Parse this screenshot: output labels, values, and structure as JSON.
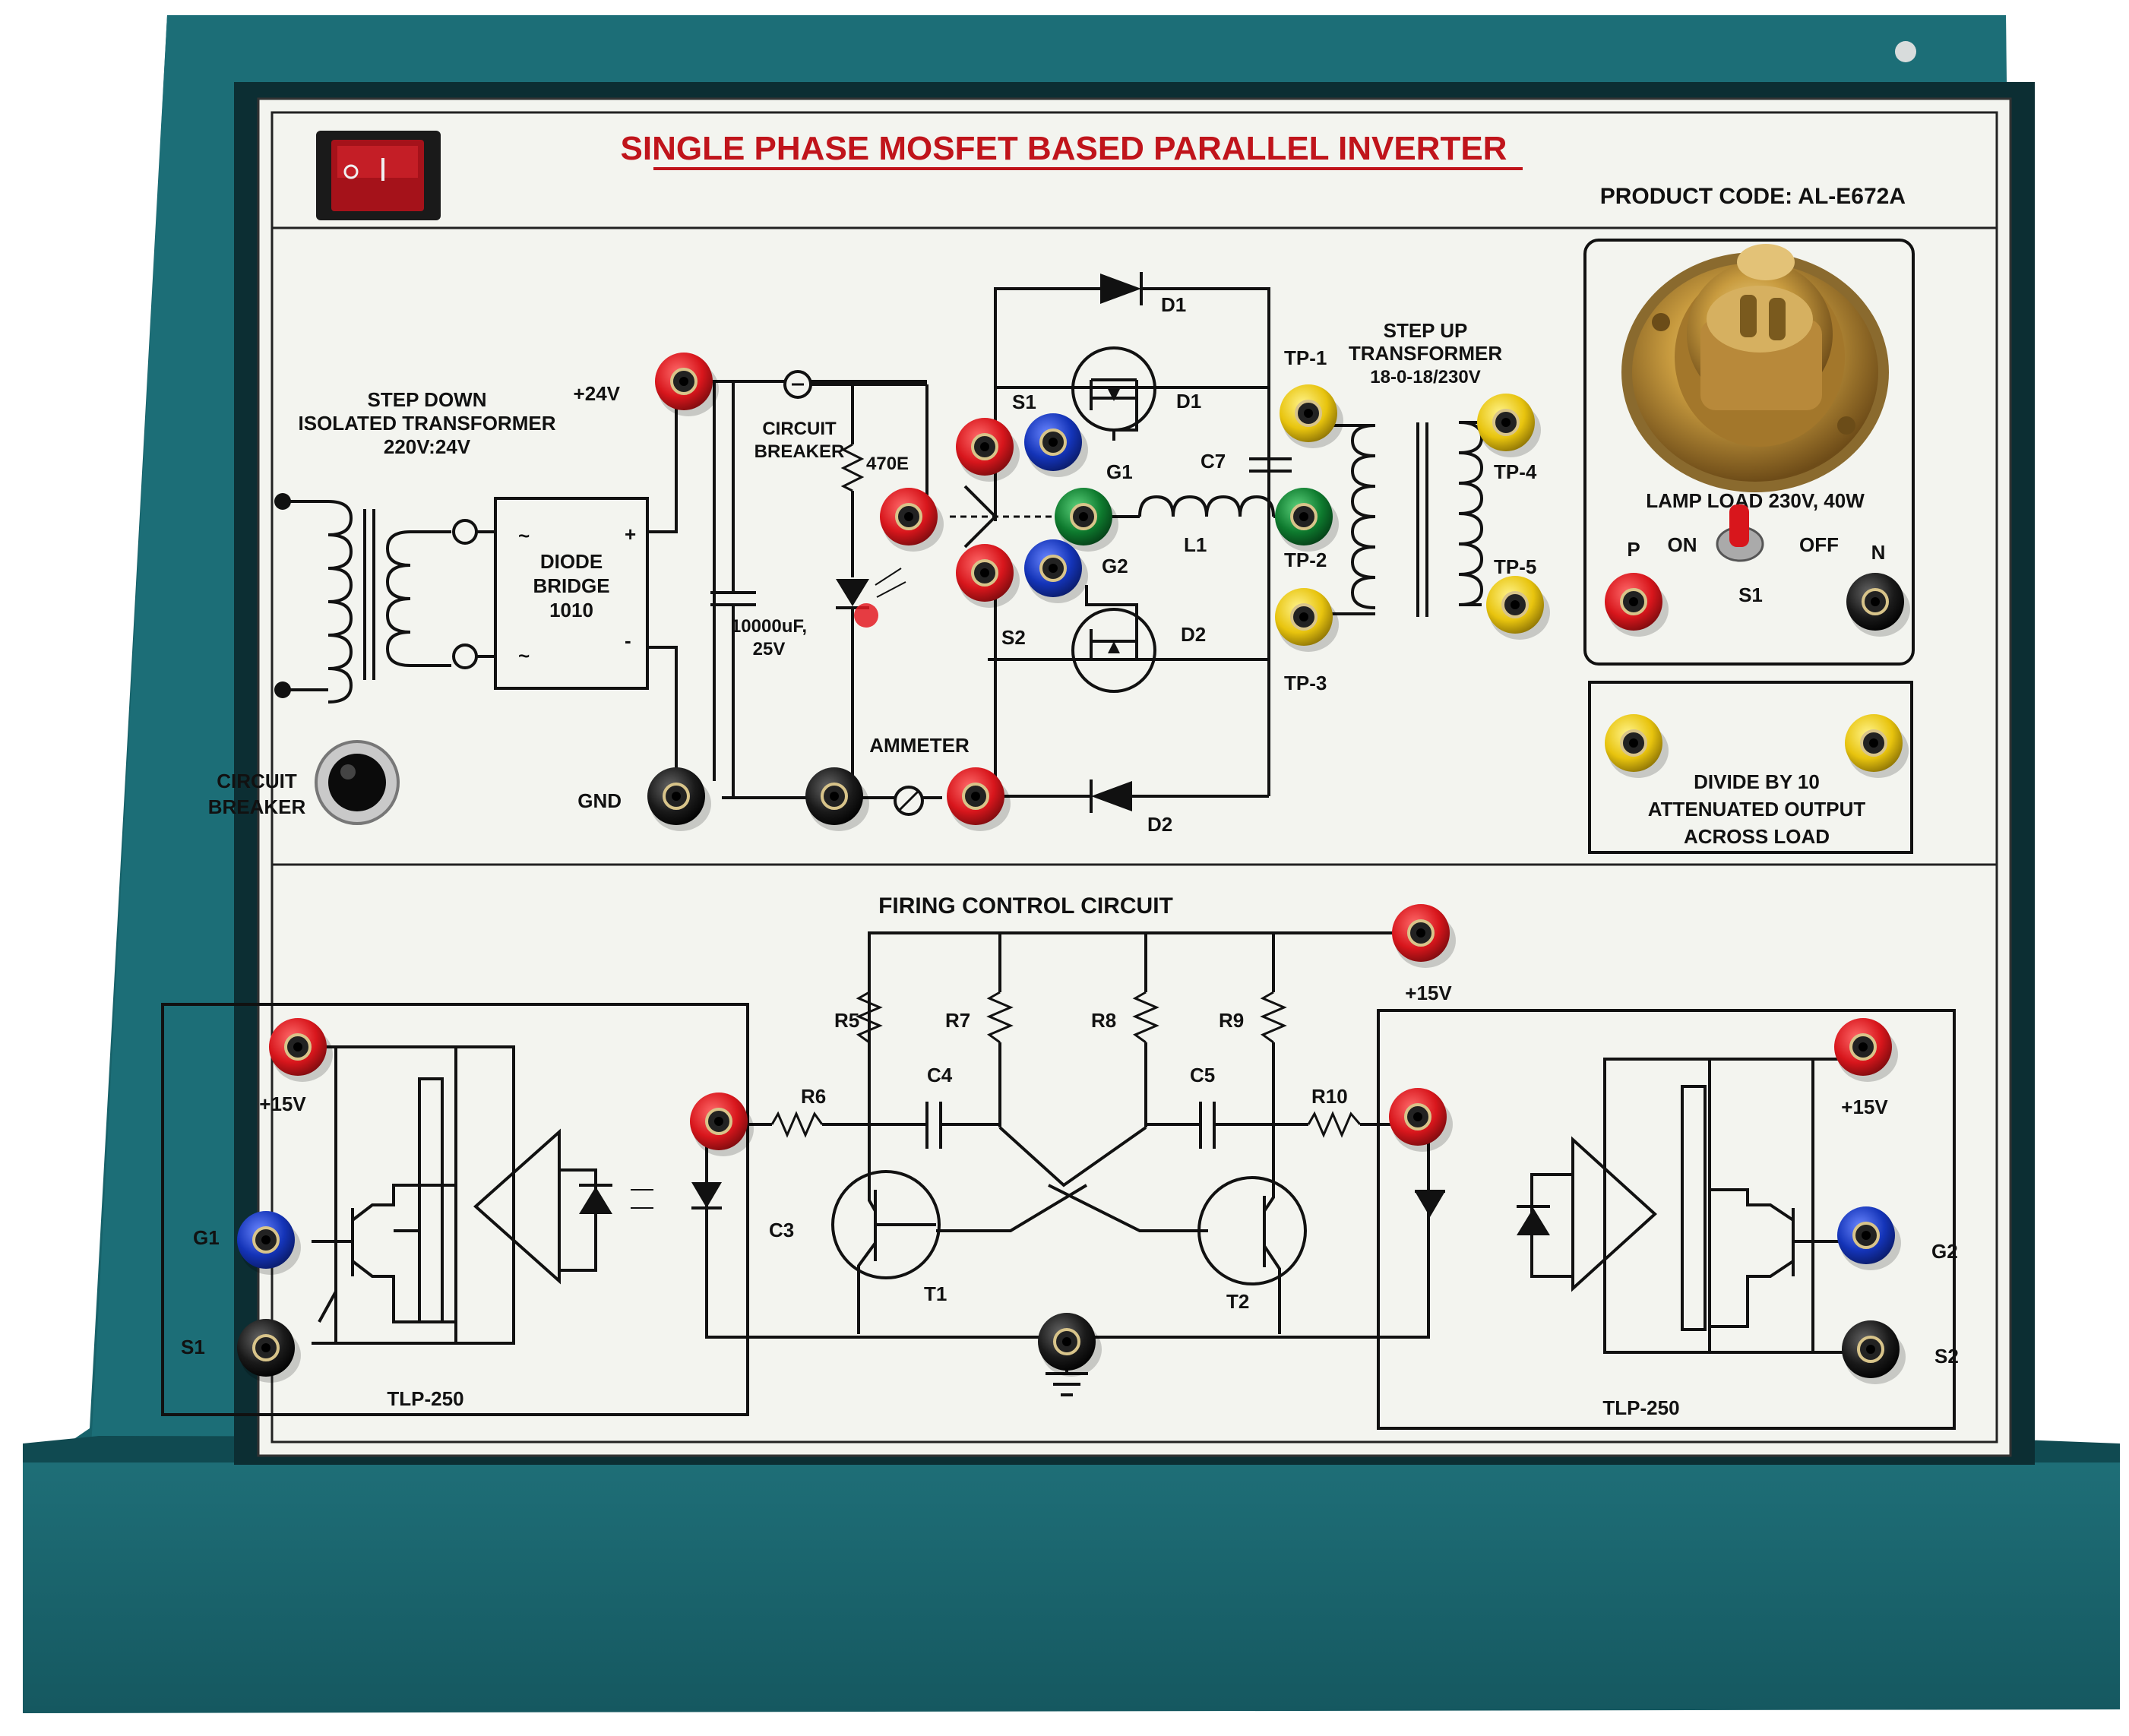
{
  "panel": {
    "title": "SINGLE PHASE MOSFET BASED PARALLEL INVERTER",
    "product_code": "PRODUCT CODE: AL-E672A"
  },
  "power_section": {
    "step_down_line1": "STEP DOWN",
    "step_down_line2": "ISOLATED TRANSFORMER",
    "step_down_line3": "220V:24V",
    "bridge_line1": "DIODE",
    "bridge_line2": "BRIDGE",
    "bridge_line3": "1010",
    "v24": "+24V",
    "gnd": "GND",
    "cb_label_line1": "CIRCUIT",
    "cb_label_line2": "BREAKER",
    "cb_breaker_line1": "CIRCUIT",
    "cb_breaker_line2": "BREAKER",
    "cap_line1": "10000uF,",
    "cap_line2": "25V",
    "resistor": "470E",
    "ammeter": "AMMETER",
    "plus": "+",
    "minus": "-",
    "ac1": "~",
    "ac2": "~"
  },
  "inverter": {
    "d1_top": "D1",
    "d1_side": "D1",
    "d2_side": "D2",
    "d2_bottom": "D2",
    "s1": "S1",
    "s2": "S2",
    "g1": "G1",
    "g2": "G2",
    "l1": "L1",
    "c7": "C7",
    "tp1": "TP-1",
    "tp2": "TP-2",
    "tp3": "TP-3",
    "tp4": "TP-4",
    "tp5": "TP-5",
    "stepup_line1": "STEP UP",
    "stepup_line2": "TRANSFORMER",
    "stepup_line3": "18-0-18/230V"
  },
  "lamp_box": {
    "label": "LAMP LOAD 230V, 40W",
    "p": "P",
    "on": "ON",
    "off": "OFF",
    "n": "N",
    "s1": "S1"
  },
  "divide_box": {
    "line1": "DIVIDE BY 10",
    "line2": "ATTENUATED OUTPUT",
    "line3": "ACROSS LOAD"
  },
  "firing": {
    "title": "FIRING CONTROL CIRCUIT",
    "v15_top": "+15V",
    "v15_left": "+15V",
    "v15_right": "+15V",
    "g1": "G1",
    "s1": "S1",
    "g2": "G2",
    "s2": "S2",
    "c3": "C3",
    "r5": "R5",
    "r6": "R6",
    "r7": "R7",
    "r8": "R8",
    "r9": "R9",
    "r10": "R10",
    "c4": "C4",
    "c5": "C5",
    "t1": "T1",
    "t2": "T2",
    "tlp_left": "TLP-250",
    "tlp_right": "TLP-250"
  },
  "colors": {
    "enclosure": "#1e6d75",
    "enclosure_dark": "#12484f",
    "panel": "#f3f4ef",
    "title_red": "#c0141b",
    "socket_red": "#d8161c",
    "socket_blue": "#1434b8",
    "socket_green": "#0e7a2e",
    "socket_yellow": "#e8c40e",
    "socket_black": "#151515",
    "brass": "#c99a3c"
  }
}
